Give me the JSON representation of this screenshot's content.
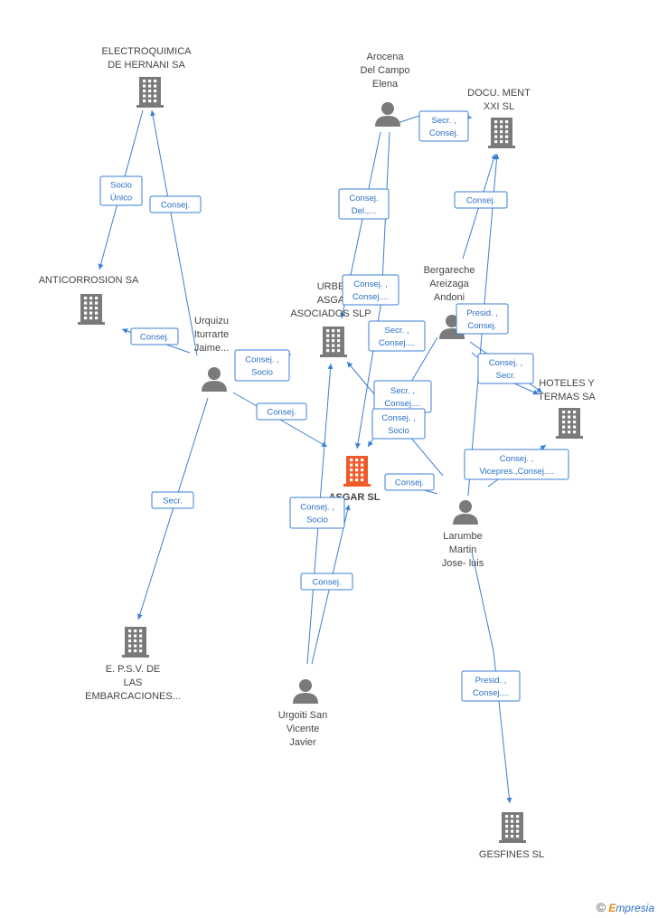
{
  "colors": {
    "edge": "#3b7fd4",
    "node": "#7a7a7a",
    "focus": "#f05a28",
    "edge_text": "#2a6fc4"
  },
  "nodes": [
    {
      "id": "electroquimica",
      "type": "company",
      "lines": [
        "ELECTROQUIMICA",
        "DE HERNANI SA"
      ]
    },
    {
      "id": "anticorrosion",
      "type": "company",
      "lines": [
        "ANTICORROSION SA"
      ]
    },
    {
      "id": "arocena",
      "type": "person",
      "lines": [
        "Arocena",
        "Del Campo",
        "Elena"
      ]
    },
    {
      "id": "docu",
      "type": "company",
      "lines": [
        "DOCU. MENT",
        "XXI SL"
      ]
    },
    {
      "id": "urbe",
      "type": "company",
      "lines": [
        "URBE",
        "ASGA",
        "ASOCIADOS  SLP"
      ]
    },
    {
      "id": "bergareche",
      "type": "person",
      "lines": [
        "Bergareche",
        "Areizaga",
        "Andoni"
      ]
    },
    {
      "id": "urquizu",
      "type": "person",
      "lines": [
        "Urquizu",
        "Iturrarte",
        "Jaime..."
      ]
    },
    {
      "id": "hoteles",
      "type": "company",
      "lines": [
        "HOTELES Y",
        "TERMAS SA"
      ]
    },
    {
      "id": "asgar",
      "type": "company-focus",
      "lines": [
        "ASGAR SL"
      ]
    },
    {
      "id": "larumbe",
      "type": "person",
      "lines": [
        "Larumbe",
        "Martin",
        "Jose- luis"
      ]
    },
    {
      "id": "epsv",
      "type": "company",
      "lines": [
        "E. P.S.V. DE",
        "LAS",
        "EMBARCACIONES..."
      ]
    },
    {
      "id": "urgoiti",
      "type": "person",
      "lines": [
        "Urgoiti San",
        "Vicente",
        "Javier"
      ]
    },
    {
      "id": "gesfines",
      "type": "company",
      "lines": [
        "GESFINES  SL"
      ]
    }
  ],
  "edges": [
    {
      "from": "urquizu",
      "to": "electroquimica",
      "label": [
        "Consej."
      ]
    },
    {
      "from": "electroquimica",
      "to": "anticorrosion",
      "label": [
        "Socio",
        "Único"
      ]
    },
    {
      "from": "urquizu",
      "to": "anticorrosion",
      "label": [
        "Consej."
      ]
    },
    {
      "from": "urquizu",
      "to": "urbe",
      "label": [
        "Consej. ,",
        "Socio"
      ]
    },
    {
      "from": "urquizu",
      "to": "asgar",
      "label": [
        "Consej."
      ]
    },
    {
      "from": "urquizu",
      "to": "epsv",
      "label": [
        "Secr."
      ]
    },
    {
      "from": "arocena",
      "to": "docu",
      "label": [
        "Secr. ,",
        "Consej."
      ]
    },
    {
      "from": "arocena",
      "to": "urbe",
      "label": [
        "Consej.",
        "Del.,..."
      ]
    },
    {
      "from": "arocena",
      "to": "asgar",
      "label": [
        "Consej. ,",
        "Consej...."
      ]
    },
    {
      "from": "bergareche",
      "to": "docu",
      "label": [
        "Consej."
      ]
    },
    {
      "from": "bergareche",
      "to": "asgar",
      "label": [
        "Secr. ,",
        "Consej...."
      ]
    },
    {
      "from": "bergareche",
      "to": "hoteles",
      "label": [
        "Presid. ,",
        "Consej."
      ]
    },
    {
      "from": "larumbe",
      "to": "urbe",
      "label": [
        "Secr. ,",
        "Consej...."
      ]
    },
    {
      "from": "larumbe",
      "to": "asgar",
      "label": [
        "Consej."
      ]
    },
    {
      "from": "larumbe",
      "to": "docu",
      "label": [
        "Consej. ,",
        "Socio"
      ]
    },
    {
      "from": "larumbe",
      "to": "hoteles",
      "label": [
        "Consej. ,",
        "Vicepres.,Consej...."
      ]
    },
    {
      "from": "larumbe",
      "to": "hoteles",
      "label": [
        "Consej. ,",
        "Secr."
      ]
    },
    {
      "from": "larumbe",
      "to": "gesfines",
      "label": [
        "Presid. ,",
        "Consej...."
      ]
    },
    {
      "from": "urgoiti",
      "to": "urbe",
      "label": [
        "Consej. ,",
        "Socio"
      ]
    },
    {
      "from": "urgoiti",
      "to": "asgar",
      "label": [
        "Consej."
      ]
    }
  ],
  "footer": {
    "copyright": "©",
    "brand_e": "E",
    "brand_rest": "mpresia"
  }
}
